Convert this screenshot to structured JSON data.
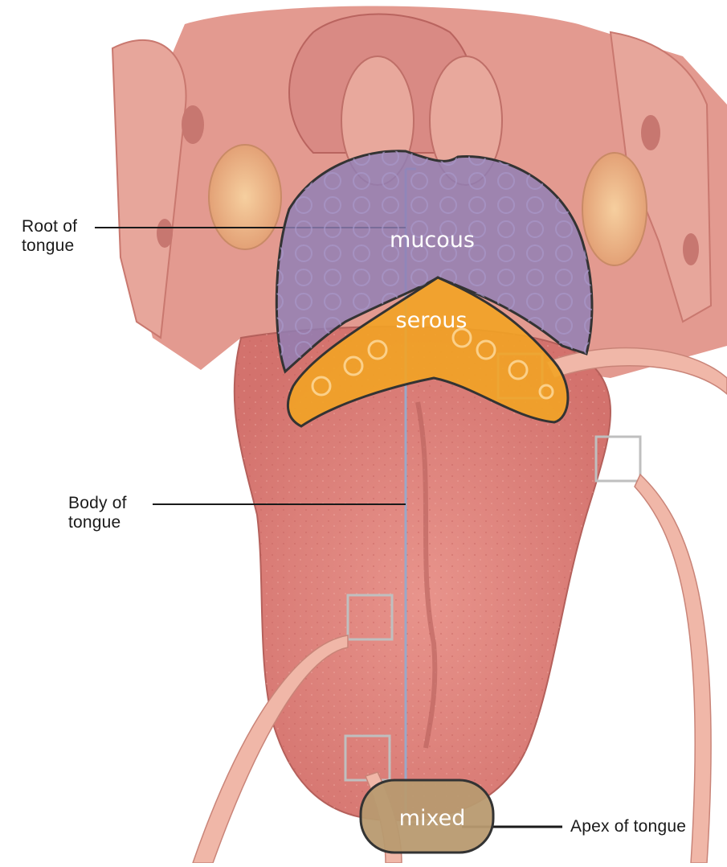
{
  "labels": {
    "root_line1": "Root of",
    "root_line2": "tongue",
    "body_line1": "Body of",
    "body_line2": "tongue",
    "apex": "Apex of tongue"
  },
  "zones": {
    "mucous": "mucous",
    "serous": "serous",
    "mixed": "mixed"
  },
  "colors": {
    "mucous_fill": "#8f7fb6",
    "serous_fill": "#f2a325",
    "mixed_fill": "#b89a70",
    "tongue": "#e08a84",
    "tissue": "#e59c92"
  }
}
